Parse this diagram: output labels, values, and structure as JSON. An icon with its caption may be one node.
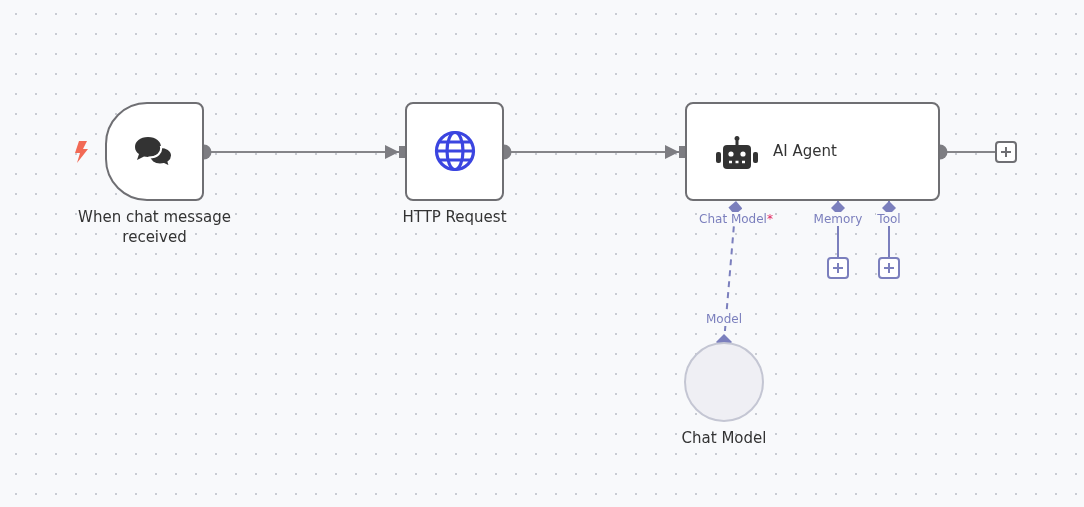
{
  "diagram": {
    "nodes": [
      {
        "text": [
          "When chat message received"
        ]
      },
      {
        "text": [
          "HTTP Request"
        ]
      },
      {
        "text": [
          "AI Agent"
        ]
      },
      {
        "text": [],
        "shape": "box"
      },
      {
        "text": [],
        "shape": "box"
      },
      {
        "text": [],
        "shape": "box"
      },
      {
        "text": [
          "Chat Model"
        ]
      }
    ],
    "edges": [
      {
        "from": 0,
        "to": 1,
        "arrow": "to"
      },
      {
        "from": 1,
        "to": 2,
        "arrow": "to"
      },
      {
        "from": 2,
        "to": 3,
        "arrow": "none"
      },
      {
        "from": 4,
        "to": 2,
        "arrow": "other",
        "label": "Memory",
        "color": "#7b7fbd"
      },
      {
        "from": 5,
        "to": 2,
        "arrow": "other",
        "label": "Tool",
        "color": "#7b7fbd"
      },
      {
        "from": 6,
        "to": 2,
        "arrow": "other",
        "style": "dashed",
        "color": "#7b7fbd"
      }
    ],
    "labels": [
      "Chat Model*",
      "Model"
    ]
  }
}
